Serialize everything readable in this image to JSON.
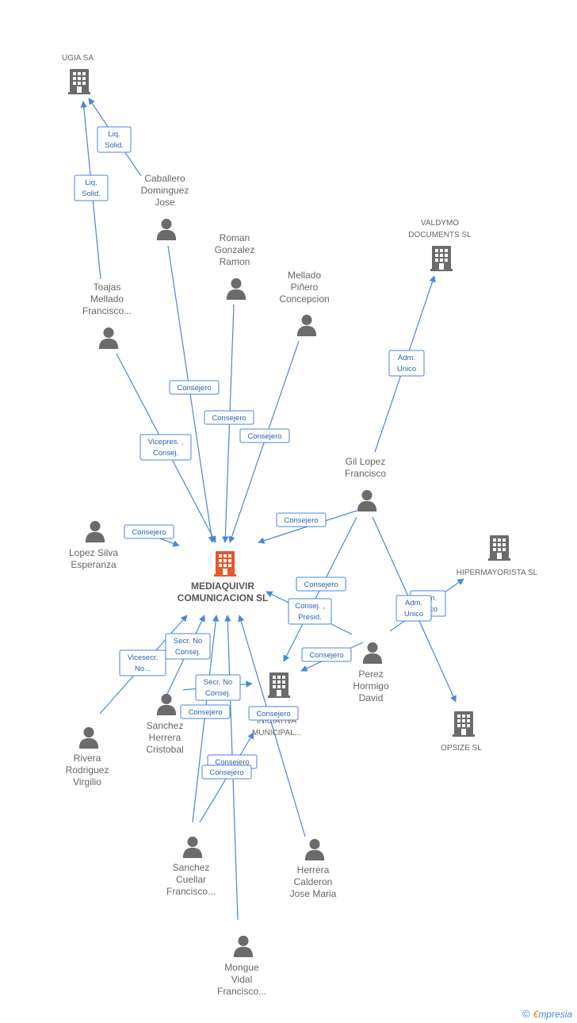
{
  "colors": {
    "edge": "#4a86d8",
    "company": "#6b6b6b",
    "center": "#e8562a",
    "person": "#6b6b6b",
    "text": "#666666"
  },
  "nodes": [
    {
      "id": "ugia",
      "type": "company",
      "lines": [
        "UGIA SA"
      ]
    },
    {
      "id": "valdymo",
      "type": "company",
      "lines": [
        "VALDYMO",
        "DOCUMENTS  SL"
      ]
    },
    {
      "id": "hiper",
      "type": "company",
      "lines": [
        "HIPERMAYORISTA SL"
      ]
    },
    {
      "id": "opsize",
      "type": "company",
      "lines": [
        "OPSIZE SL"
      ]
    },
    {
      "id": "iniciativa",
      "type": "company",
      "lines": [
        "INICIATIVA",
        "MUNICIPAL..."
      ]
    },
    {
      "id": "center",
      "type": "center",
      "lines": [
        "MEDIAQUIVIR",
        "COMUNICACION SL"
      ]
    },
    {
      "id": "caballero",
      "type": "person",
      "lines": [
        "Caballero",
        "Dominguez",
        "Jose"
      ]
    },
    {
      "id": "roman",
      "type": "person",
      "lines": [
        "Roman",
        "Gonzalez",
        "Ramon"
      ]
    },
    {
      "id": "mellado",
      "type": "person",
      "lines": [
        "Mellado",
        "Piñero",
        "Concepcion"
      ]
    },
    {
      "id": "toajas",
      "type": "person",
      "lines": [
        "Toajas",
        "Mellado",
        "Francisco..."
      ]
    },
    {
      "id": "gil",
      "type": "person",
      "lines": [
        "Gil Lopez",
        "Francisco"
      ]
    },
    {
      "id": "lopez",
      "type": "person",
      "lines": [
        "Lopez Silva",
        "Esperanza"
      ]
    },
    {
      "id": "perez",
      "type": "person",
      "lines": [
        "Perez",
        "Hormigo",
        "David"
      ]
    },
    {
      "id": "rivera",
      "type": "person",
      "lines": [
        "Rivera",
        "Rodriguez",
        "Virgilio"
      ]
    },
    {
      "id": "sanchezh",
      "type": "person",
      "lines": [
        "Sanchez",
        "Herrera",
        "Cristobal"
      ]
    },
    {
      "id": "sanchezc",
      "type": "person",
      "lines": [
        "Sanchez",
        "Cuellar",
        "Francisco..."
      ]
    },
    {
      "id": "herrera",
      "type": "person",
      "lines": [
        "Herrera",
        "Calderon",
        "Jose Maria"
      ]
    },
    {
      "id": "mongue",
      "type": "person",
      "lines": [
        "Mongue",
        "Vidal",
        "Francisco..."
      ]
    }
  ],
  "relations": [
    {
      "id": "r1",
      "lines": [
        "Liq.",
        "Solid."
      ]
    },
    {
      "id": "r2",
      "lines": [
        "Liq.",
        "Solid."
      ]
    },
    {
      "id": "r3",
      "lines": [
        "Adm.",
        "Unico"
      ]
    },
    {
      "id": "r4",
      "lines": [
        "Consejero"
      ]
    },
    {
      "id": "r5",
      "lines": [
        "Consejero"
      ]
    },
    {
      "id": "r6",
      "lines": [
        "Consejero"
      ]
    },
    {
      "id": "r7",
      "lines": [
        "Vicepres. ,",
        "Consej."
      ]
    },
    {
      "id": "r8",
      "lines": [
        "Consejero"
      ]
    },
    {
      "id": "r9",
      "lines": [
        "Consejero"
      ]
    },
    {
      "id": "r10",
      "lines": [
        "Consejero"
      ]
    },
    {
      "id": "r11",
      "lines": [
        "Consej. ,",
        "Presid."
      ]
    },
    {
      "id": "r12",
      "lines": [
        "Consejero"
      ]
    },
    {
      "id": "r13",
      "lines": [
        "Adm.",
        "Unico"
      ]
    },
    {
      "id": "r14",
      "lines": [
        "Adm.",
        "Unico"
      ]
    },
    {
      "id": "r15",
      "lines": [
        "Vicesecr.",
        "No..."
      ]
    },
    {
      "id": "r16",
      "lines": [
        "Secr.  No",
        "Consej."
      ]
    },
    {
      "id": "r17",
      "lines": [
        "Secr.  No",
        "Consej."
      ]
    },
    {
      "id": "r18",
      "lines": [
        "Consejero"
      ]
    },
    {
      "id": "r19",
      "lines": [
        "Consejero"
      ]
    },
    {
      "id": "r20",
      "lines": [
        "Consejero"
      ]
    },
    {
      "id": "r21",
      "lines": [
        "Consejero"
      ]
    }
  ],
  "footer": {
    "copyright": "©",
    "brand_first": "€",
    "brand_rest": "mpresia"
  }
}
